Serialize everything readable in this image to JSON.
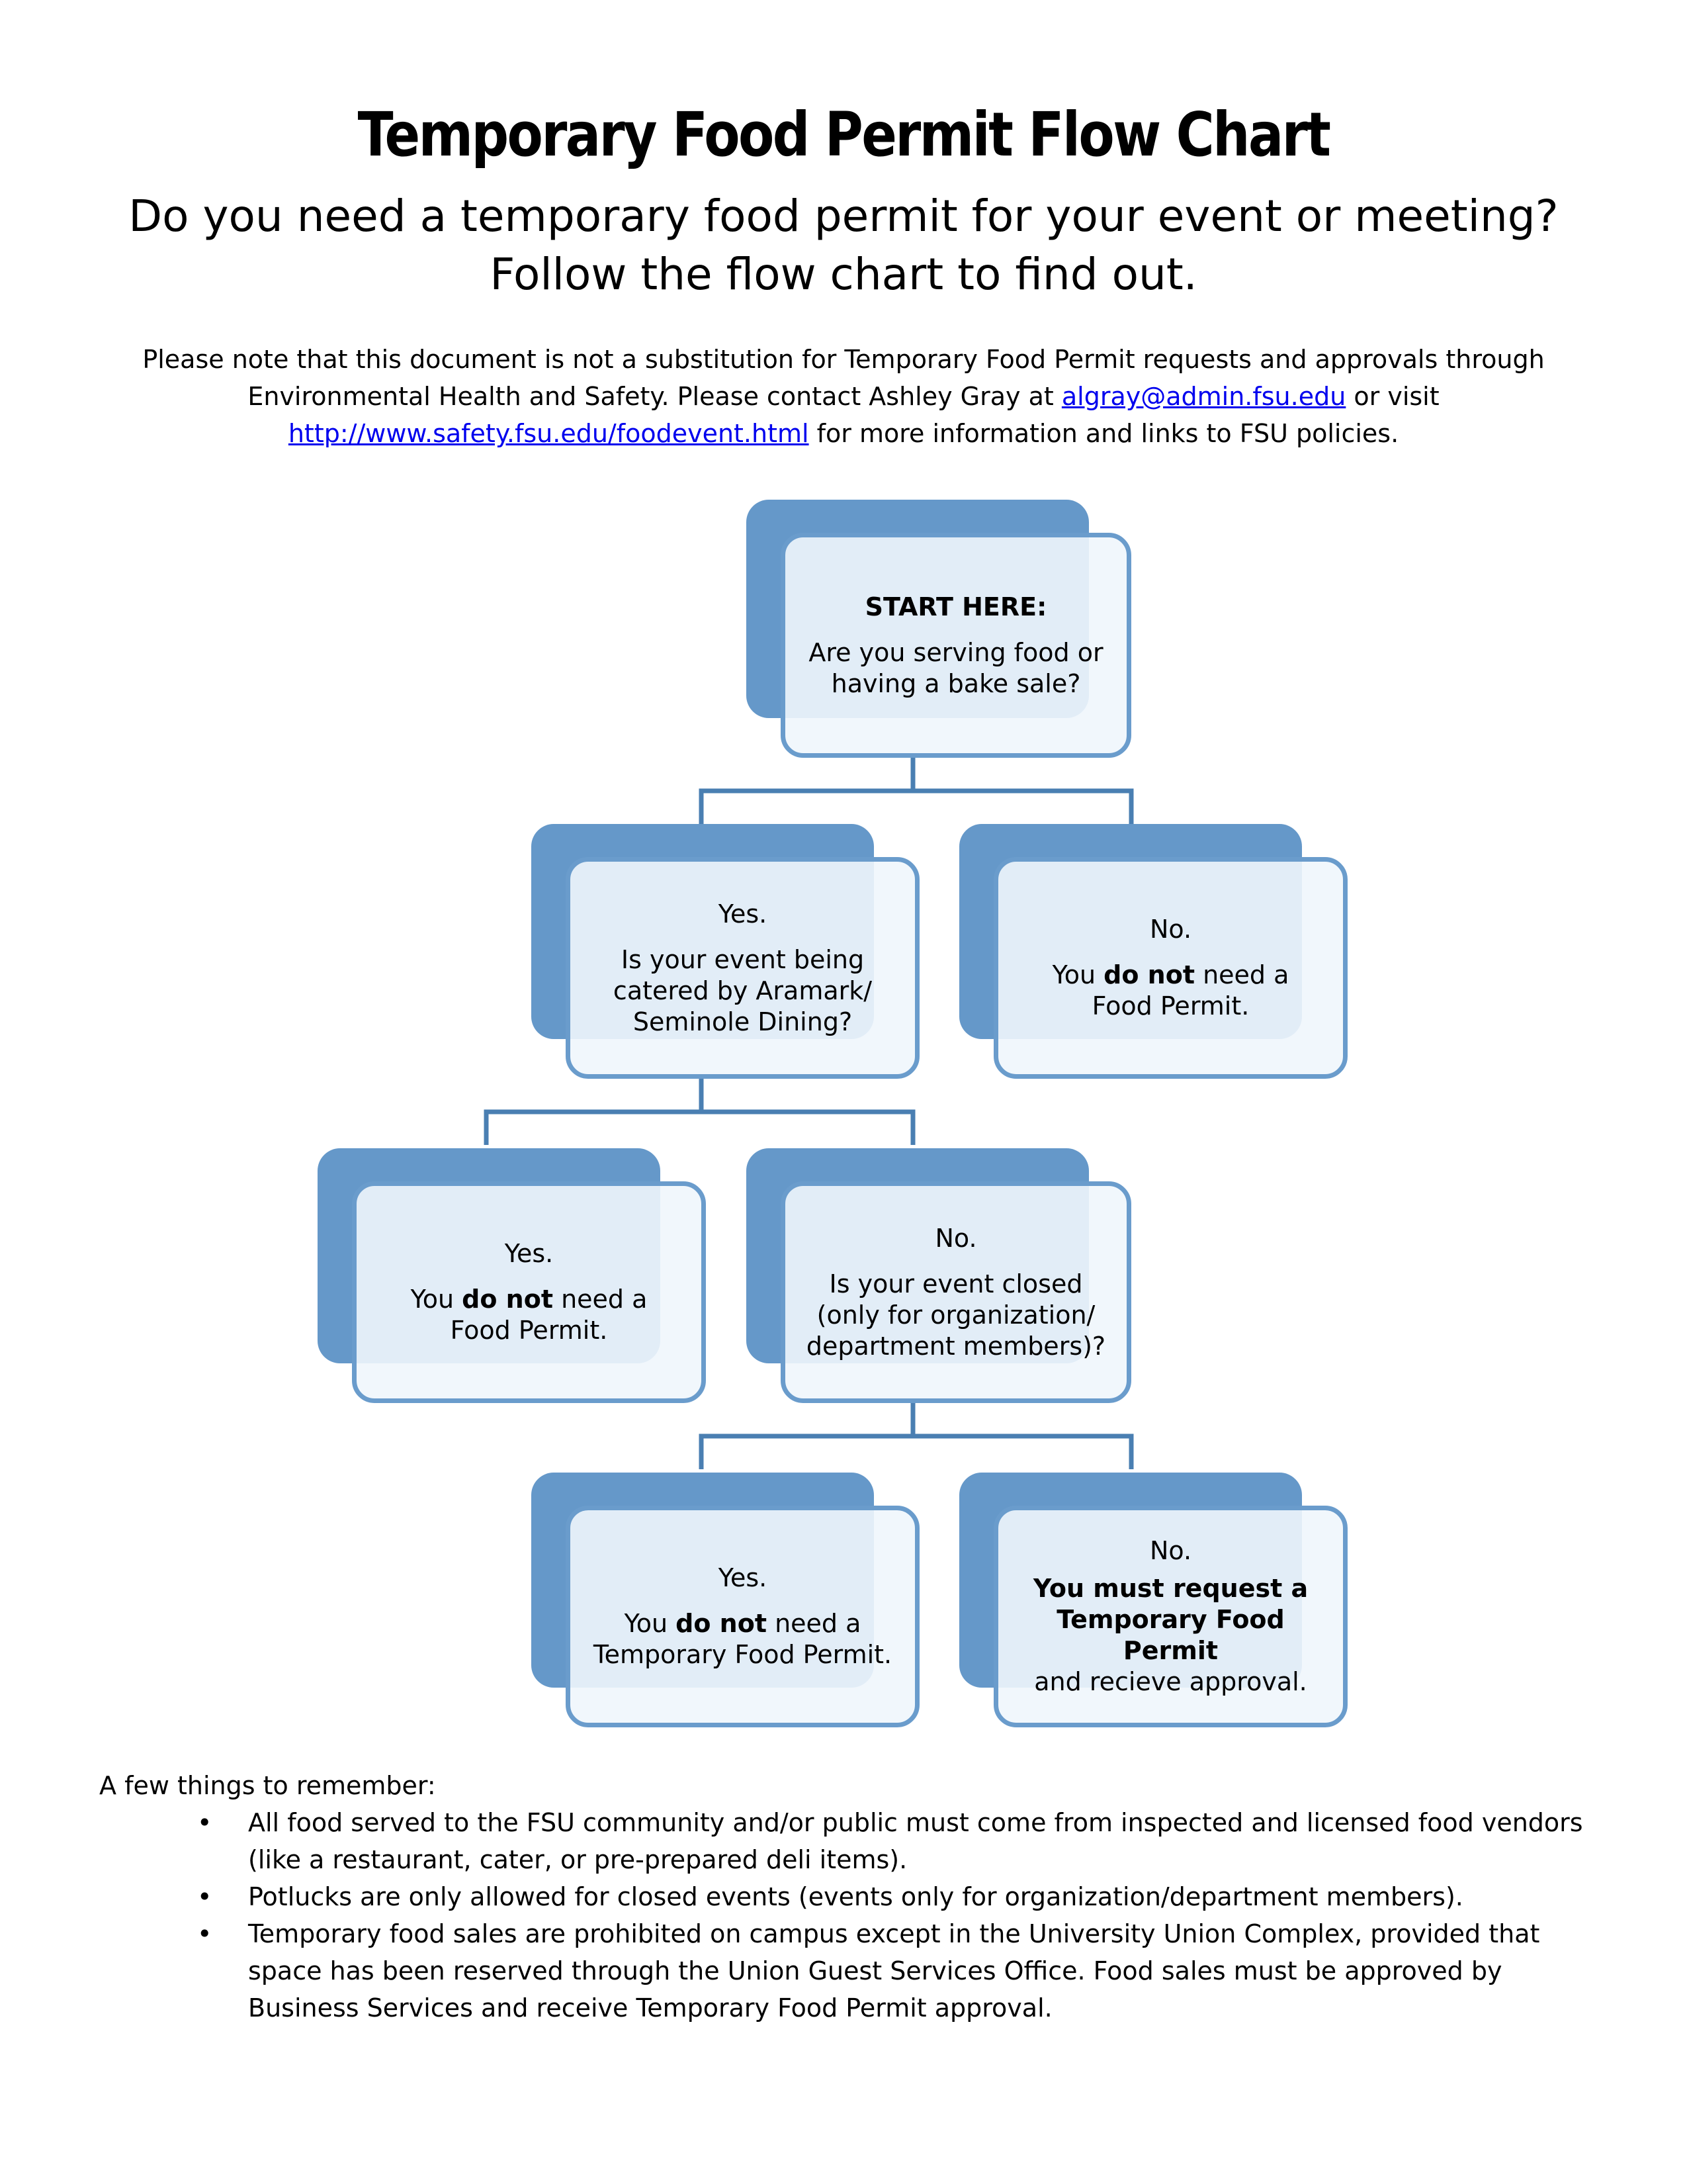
{
  "title": "Temporary Food Permit Flow Chart",
  "subtitle_line1": "Do you need a temporary food permit for your event or meeting?",
  "subtitle_line2": "Follow the flow chart to find out.",
  "note": {
    "line1": "Please note that this document is not a substitution for Temporary Food Permit requests and approvals through",
    "line2_a": "Environmental Health and Safety.  Please contact Ashley Gray at ",
    "email": "algray@admin.fsu.edu",
    "line2_b": " or visit",
    "url": "http://www.safety.fsu.edu/foodevent.html",
    "line3_b": " for more information and links to FSU policies."
  },
  "nodes": {
    "start": {
      "head": "START HERE:",
      "body": "Are you serving food or having a bake sale?"
    },
    "yes1": {
      "head": "Yes.",
      "body": "Is your event being catered by Aramark/ Seminole Dining?"
    },
    "no1": {
      "head": "No.",
      "pre": "You ",
      "bold": "do not",
      "post": " need a Food Permit."
    },
    "yes2": {
      "head": "Yes.",
      "pre": "You ",
      "bold": "do not",
      "post": " need a Food Permit."
    },
    "no2": {
      "head": "No.",
      "body": "Is your event closed (only for organization/ department members)?"
    },
    "yes3": {
      "head": "Yes.",
      "pre": "You ",
      "bold": "do not",
      "post": " need a Temporary Food Permit."
    },
    "no3": {
      "head": "No.",
      "bold": "You must request a Temporary Food Permit",
      "post": "and recieve approval."
    }
  },
  "remember": {
    "heading": "A few things to remember:",
    "bullet": "•",
    "items": [
      "All food served to the FSU community and/or public must come from inspected and licensed food vendors (like a restaurant, cater, or pre-prepared deli items).",
      "Potlucks are only allowed for closed events (events only for organization/department members).",
      "Temporary food sales are prohibited on campus except in the University Union Complex, provided that space has been reserved through the Union Guest Services Office.  Food sales must be approved by Business Services and receive Temporary Food Permit approval."
    ]
  },
  "colors": {
    "box_back": "#6598c9",
    "box_border": "#6a9ccc",
    "connector": "#4a7fb2",
    "link": "#0000ee"
  }
}
